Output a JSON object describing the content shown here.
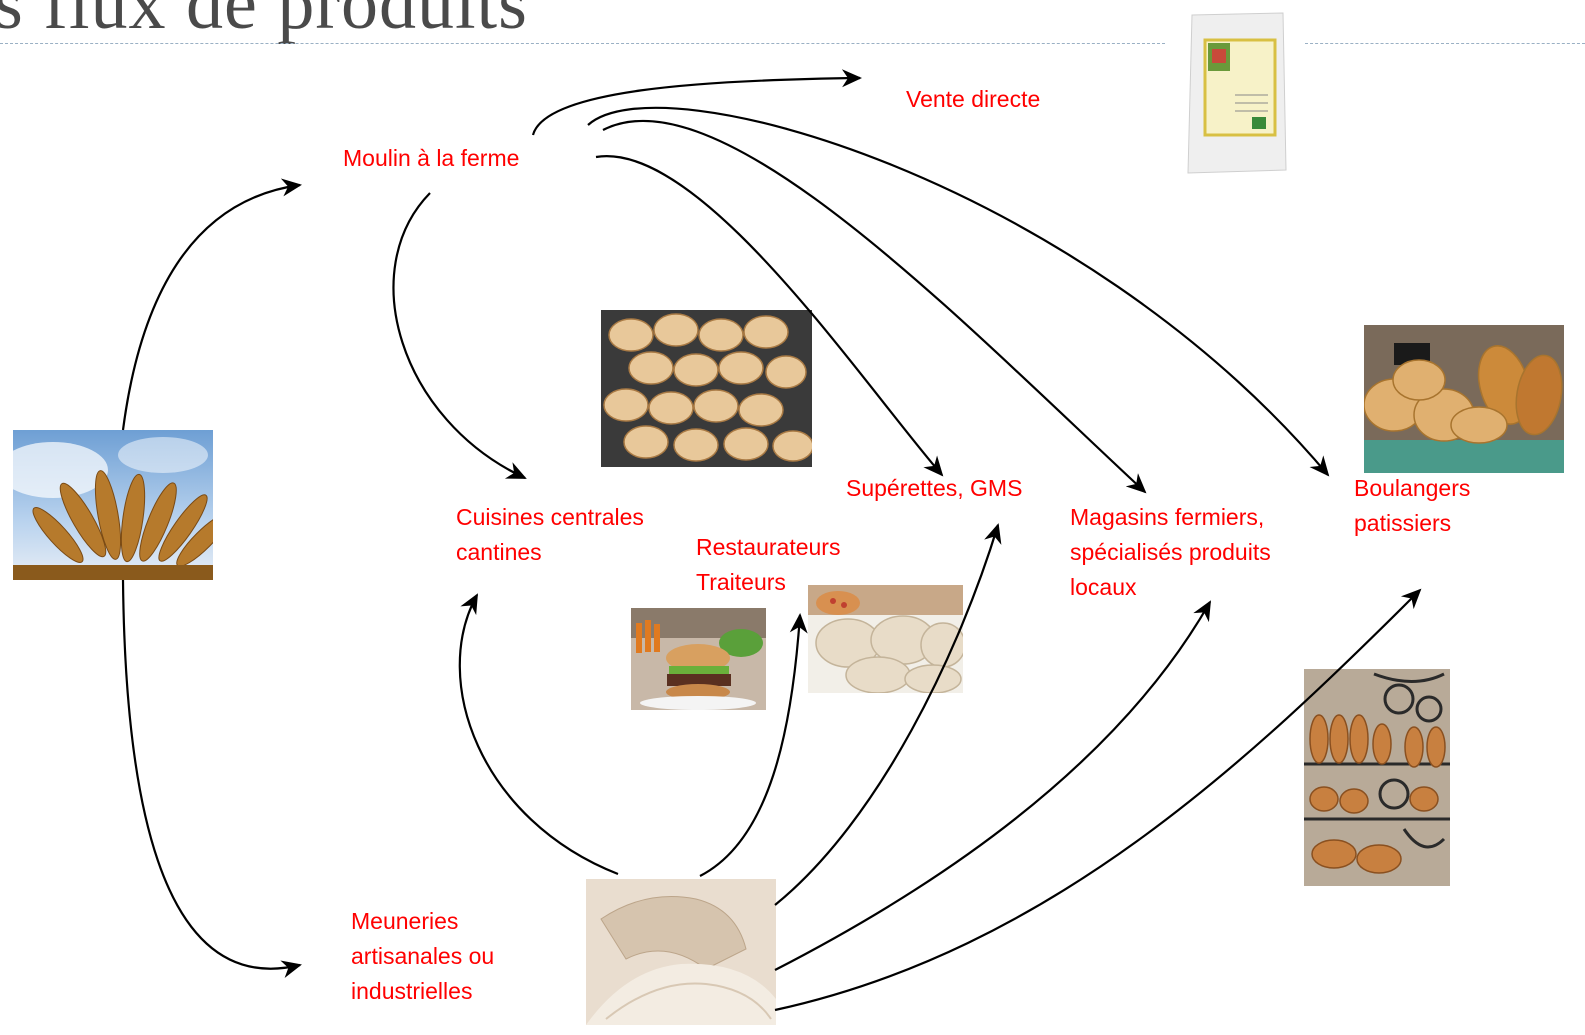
{
  "slide": {
    "title": "s flux de produits"
  },
  "nodes": {
    "moulin": {
      "lines": [
        "Moulin à la ferme"
      ]
    },
    "vente": {
      "lines": [
        "Vente directe"
      ]
    },
    "cuisines": {
      "lines": [
        "Cuisines centrales",
        "cantines"
      ]
    },
    "restaurateurs": {
      "lines": [
        "Restaurateurs",
        "Traiteurs"
      ]
    },
    "superettes": {
      "lines": [
        "Supérettes, GMS"
      ]
    },
    "magasins": {
      "lines": [
        "Magasins fermiers,",
        "spécialisés produits",
        "locaux"
      ]
    },
    "boulangers": {
      "lines": [
        "Boulangers",
        "patissiers"
      ]
    },
    "meuneries": {
      "lines": [
        "Meuneries",
        "artisanales ou",
        "industrielles"
      ]
    }
  },
  "images": {
    "wheat": "wheat-photo",
    "flour_bag": "flour-bag-photo",
    "bread_rolls": "bread-rolls-photo",
    "burger": "burger-photo",
    "dough": "dough-balls-photo",
    "flour_pile": "flour-pile-photo",
    "bakery_display": "bakery-display-photo",
    "bakery_shelf": "bakery-shelf-photo"
  },
  "colors": {
    "label": "#ff0000",
    "arrow": "#000000",
    "title": "#4a4a4a",
    "rule": "#9ab0c4"
  }
}
